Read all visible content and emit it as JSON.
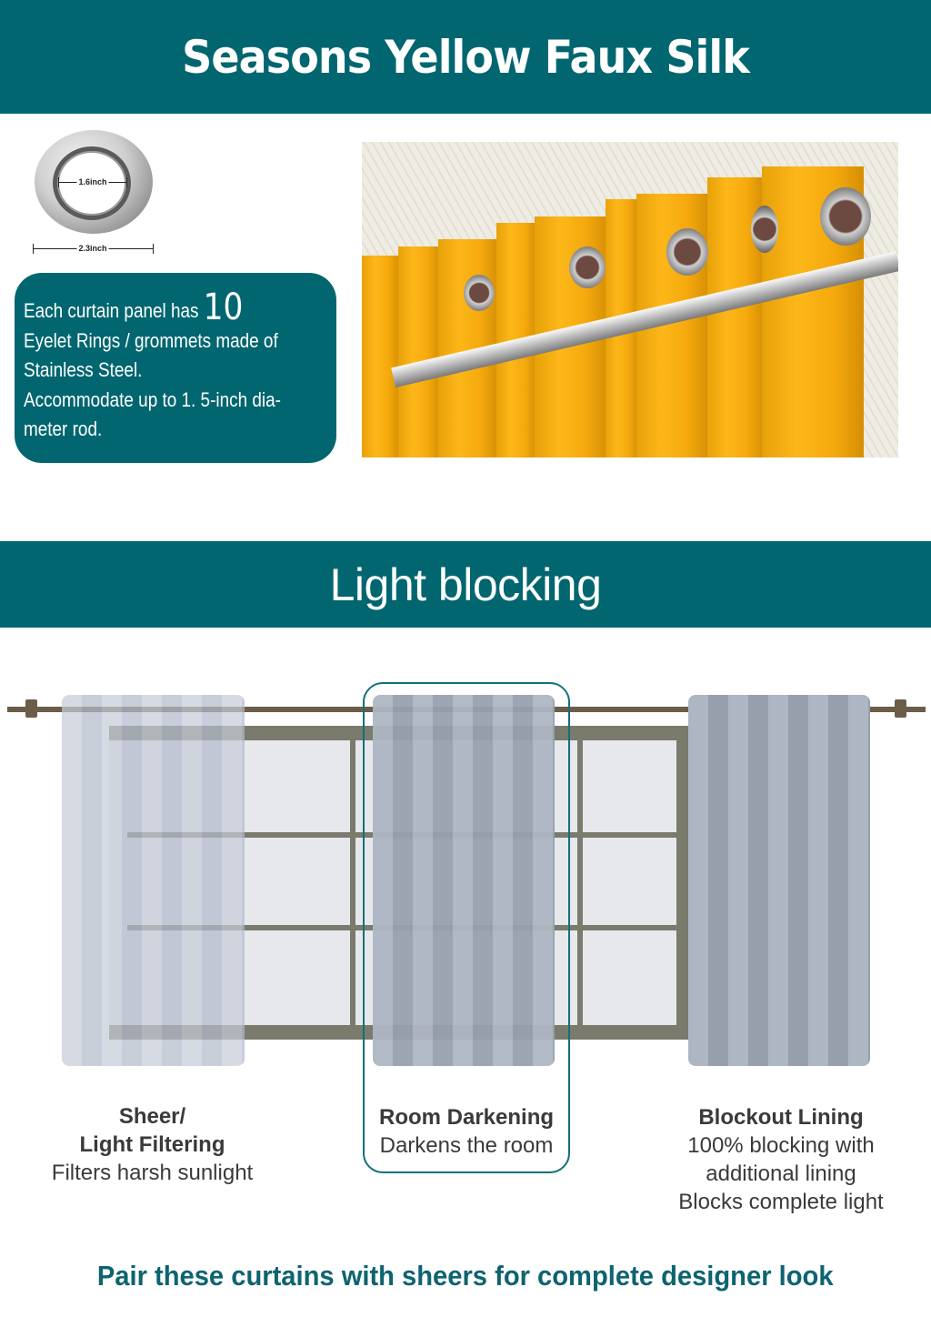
{
  "header": {
    "title": "Seasons Yellow Faux Silk"
  },
  "grommet": {
    "inner_diameter": "1.6inch",
    "outer_diameter": "2.3inch"
  },
  "info_card": {
    "line1": "Each curtain panel has",
    "count": "10",
    "line2": "Eyelet Rings / grommets made of",
    "line3": "Stainless Steel.",
    "line4": "Accommodate up to 1. 5-inch dia-",
    "line5": "meter rod."
  },
  "section2": {
    "title": "Light blocking"
  },
  "options": [
    {
      "title_line1": "Sheer/",
      "title_line2": "Light Filtering",
      "desc": [
        "Filters harsh sunlight"
      ]
    },
    {
      "title_line1": "Room Darkening",
      "desc": [
        "Darkens the room"
      ]
    },
    {
      "title_line1": "Blockout Lining",
      "desc": [
        "100% blocking with",
        "additional lining",
        "Blocks complete light"
      ]
    }
  ],
  "footer": {
    "text": "Pair these curtains with sheers for complete designer look"
  },
  "colors": {
    "brand_teal": "#016670",
    "curtain_yellow": "#fdb719",
    "rod_brown": "#6b5d47",
    "text_gray": "#3a3a3a"
  }
}
